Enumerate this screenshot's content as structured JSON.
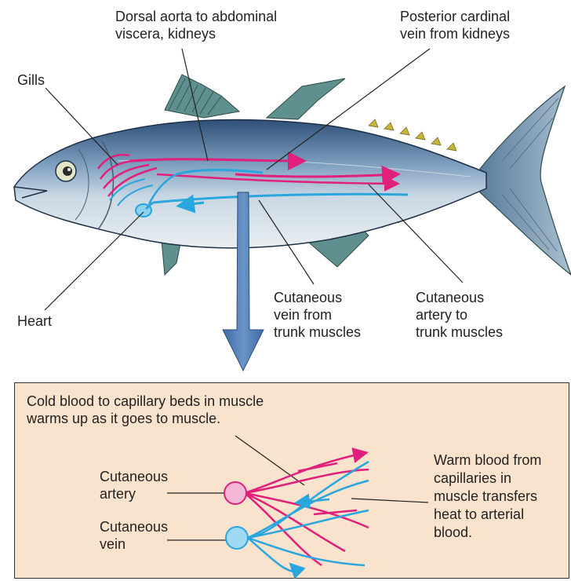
{
  "labels": {
    "dorsal_aorta": "Dorsal aorta to abdominal\nviscera, kidneys",
    "posterior_cardinal": "Posterior cardinal\nvein from kidneys",
    "gills": "Gills",
    "heart": "Heart",
    "cutaneous_vein": "Cutaneous\nvein from\ntrunk muscles",
    "cutaneous_artery": "Cutaneous\nartery to\ntrunk muscles"
  },
  "inset": {
    "caption": "Cold blood to capillary beds in muscle\nwarms up as it goes to muscle.",
    "artery_label": "Cutaneous\nartery",
    "vein_label": "Cutaneous\nvein",
    "warm_note": "Warm blood from\ncapillaries in\nmuscle transfers\nheat to arterial\nblood."
  },
  "colors": {
    "artery": "#e0207a",
    "vein": "#2aa6de",
    "body": "#9fb9cf",
    "back": "#3d5f86",
    "fin": "#5f8f8e",
    "inset_bg": "#f9e3cc",
    "arrow": "#4a78b0"
  }
}
